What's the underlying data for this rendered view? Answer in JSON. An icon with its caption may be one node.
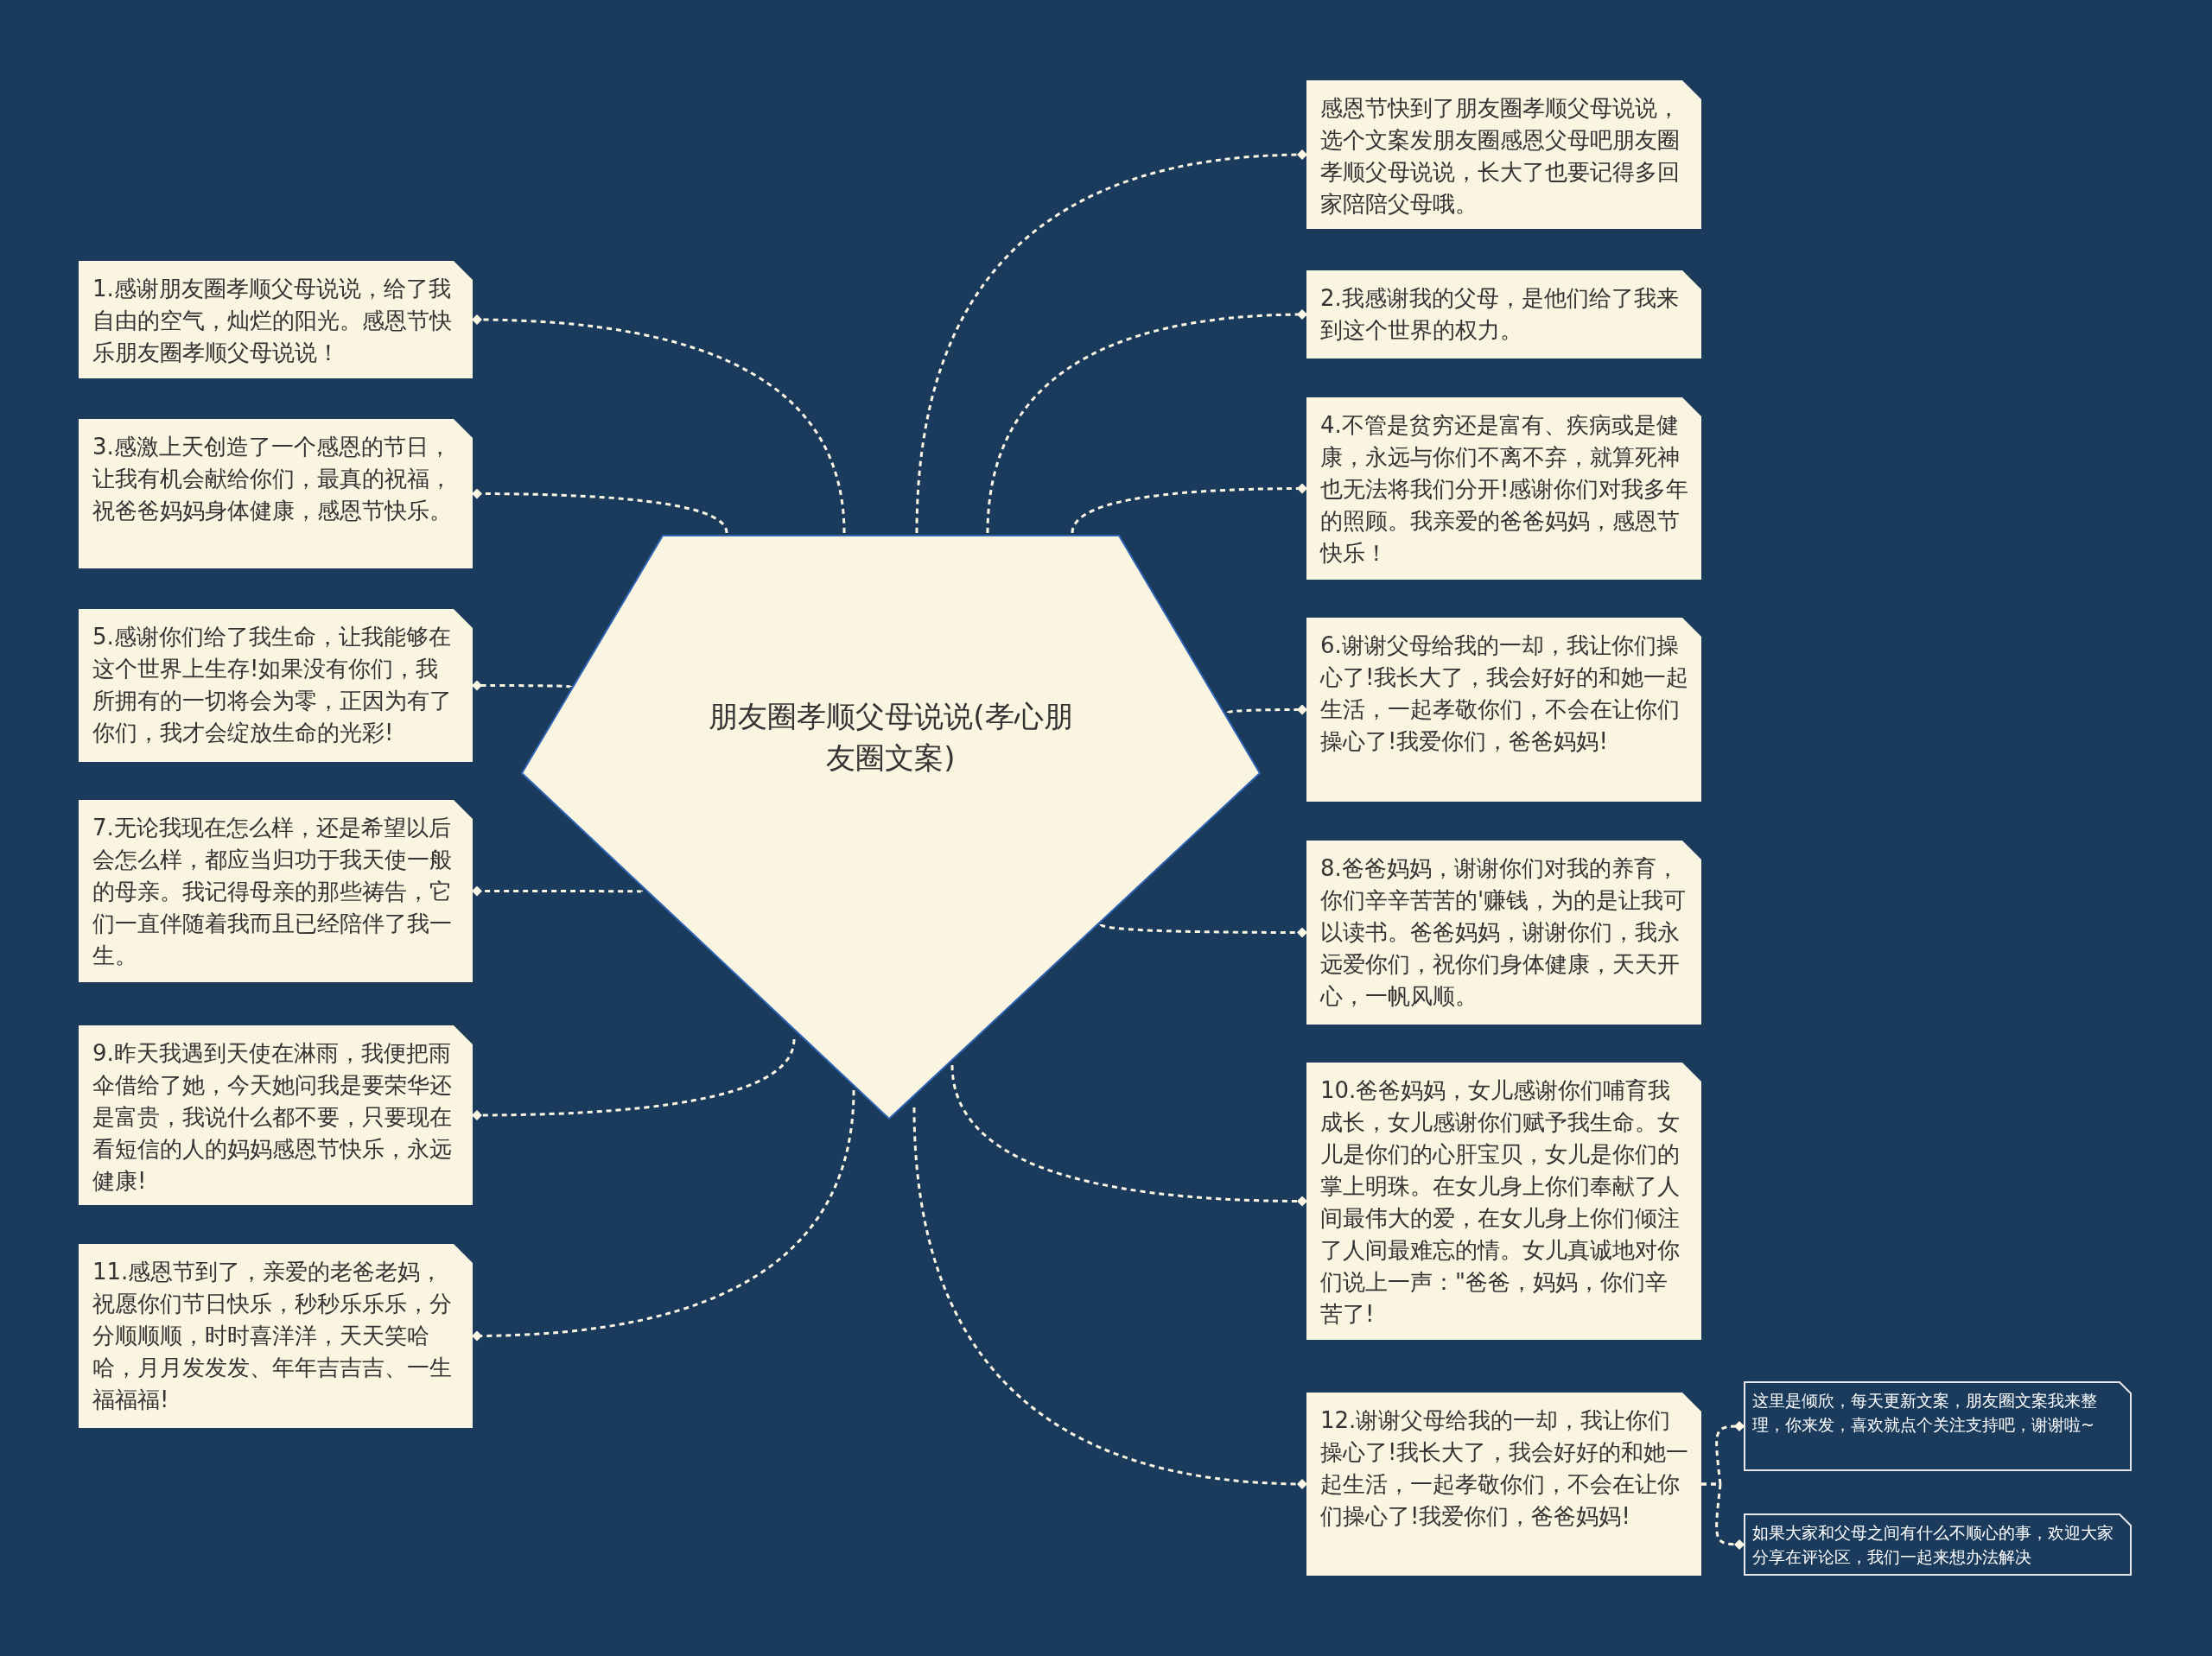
{
  "diagram": {
    "nodes": [
      {
        "text": [
          "朋友圈孝顺父母说说(孝心朋友圈文案)"
        ]
      },
      {
        "text": [
          "感恩节快到了朋友圈孝顺父母说说，选个文案发朋友圈感恩父母吧朋友圈孝顺父母说说，长大了也要记得多回家陪陪父母哦。"
        ]
      },
      {
        "text": [
          "1.感谢朋友圈孝顺父母说说，给了我自由的空气，灿烂的阳光。感恩节快乐朋友圈孝顺父母说说！"
        ]
      },
      {
        "text": [
          "2.我感谢我的父母，是他们给了我来到这个世界的权力。"
        ]
      },
      {
        "text": [
          "3.感激上天创造了一个感恩的节日，让我有机会献给你们，最真的祝福，祝爸爸妈妈身体健康，感恩节快乐。"
        ]
      },
      {
        "text": [
          "4.不管是贫穷还是富有、疾病或是健康，永远与你们不离不弃，就算死神也无法将我们分开!感谢你们对我多年的照顾。我亲爱的爸爸妈妈，感恩节快乐！"
        ]
      },
      {
        "text": [
          "5.感谢你们给了我生命，让我能够在这个世界上生存!如果没有你们，我所拥有的一切将会为零，正因为有了你们，我才会绽放生命的光彩!"
        ]
      },
      {
        "text": [
          "6.谢谢父母给我的一却，我让你们操心了!我长大了，我会好好的和她一起生活，一起孝敬你们，不会在让你们操心了!我爱你们，爸爸妈妈!"
        ]
      },
      {
        "text": [
          "7.无论我现在怎么样，还是希望以后会怎么样，都应当归功于我天使一般的母亲。我记得母亲的那些祷告，它们一直伴随着我而且已经陪伴了我一生。"
        ]
      },
      {
        "text": [
          "8.爸爸妈妈，谢谢你们对我的养育，你们辛辛苦苦的'赚钱，为的是让我可以读书。爸爸妈妈，谢谢你们，我永远爱你们，祝你们身体健康，天天开心，一帆风顺。"
        ]
      },
      {
        "text": [
          "9.昨天我遇到天使在淋雨，我便把雨伞借给了她，今天她问我是要荣华还是富贵，我说什么都不要，只要现在看短信的人的妈妈感恩节快乐，永远健康!"
        ]
      },
      {
        "text": [
          "10.爸爸妈妈，女儿感谢你们哺育我成长，女儿感谢你们赋予我生命。女儿是你们的心肝宝贝，女儿是你们的掌上明珠。在女儿身上你们奉献了人间最伟大的爱，在女儿身上你们倾注了人间最难忘的情。女儿真诚地对你们说上一声：\"爸爸，妈妈，你们辛苦了!"
        ]
      },
      {
        "text": [
          "11.感恩节到了，亲爱的老爸老妈，祝愿你们节日快乐，秒秒乐乐乐，分分顺顺顺，时时喜洋洋，天天笑哈哈，月月发发发、年年吉吉吉、一生福福福!"
        ]
      },
      {
        "text": [
          "12.谢谢父母给我的一却，我让你们操心了!我长大了，我会好好的和她一起生活，一起孝敬你们，不会在让你们操心了!我爱你们，爸爸妈妈!"
        ]
      },
      {
        "text": [
          "这里是倾欣，每天更新文案，朋友圈文案我来整理，你来发，喜欢就点个关注支持吧，谢谢啦~"
        ]
      },
      {
        "text": [
          "如果大家和父母之间有什么不顺心的事，欢迎大家分享在评论区，我们一起来想办法解决"
        ]
      }
    ],
    "edges": [
      {
        "from": 0,
        "to": 1,
        "arrow": "other"
      },
      {
        "from": 0,
        "to": 2,
        "arrow": "other"
      },
      {
        "from": 0,
        "to": 3,
        "arrow": "other"
      },
      {
        "from": 0,
        "to": 4,
        "arrow": "other"
      },
      {
        "from": 0,
        "to": 5,
        "arrow": "other"
      },
      {
        "from": 0,
        "to": 6,
        "arrow": "other"
      },
      {
        "from": 0,
        "to": 7,
        "arrow": "other"
      },
      {
        "from": 0,
        "to": 8,
        "arrow": "other"
      },
      {
        "from": 0,
        "to": 9,
        "arrow": "other"
      },
      {
        "from": 0,
        "to": 10,
        "arrow": "other"
      },
      {
        "from": 0,
        "to": 11,
        "arrow": "other"
      },
      {
        "from": 0,
        "to": 12,
        "arrow": "other"
      },
      {
        "from": 0,
        "to": 13,
        "arrow": "other"
      },
      {
        "from": 13,
        "to": 14,
        "arrow": "other"
      },
      {
        "from": 13,
        "to": 15,
        "arrow": "other"
      }
    ]
  }
}
